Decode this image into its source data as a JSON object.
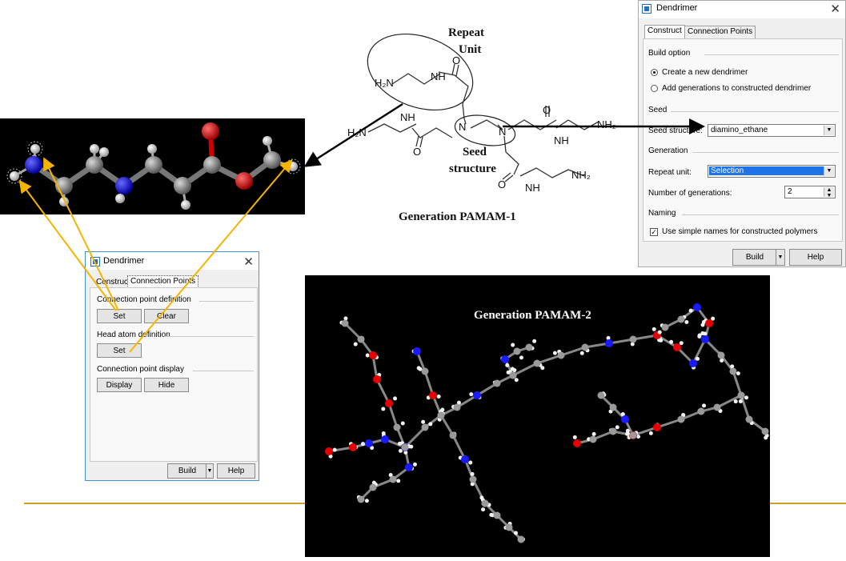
{
  "figure": {
    "caption_gen1": "Generation PAMAM-1",
    "caption_gen2": "Generation PAMAM-2",
    "repeat_unit_label_line1": "Repeat",
    "repeat_unit_label_line2": "Unit",
    "seed_label_line1": "Seed",
    "seed_label_line2": "structure",
    "struct_texts": {
      "h2n_top": "H₂N",
      "nh_top": "NH",
      "o_top": "O",
      "n_center1": "N",
      "n_center2": "N",
      "h2n_left": "H₂N",
      "nh_left": "NH",
      "o_left": "O",
      "o_right": "O",
      "nh_right": "NH",
      "nh2_right": "NH₂",
      "o_bottom": "O",
      "nh_bottom": "NH",
      "nh2_bottom": "NH₂"
    },
    "colors": {
      "arrow_yellow": "#f5b400",
      "divider_gold": "#c9a227",
      "atom_n": "#1010e0",
      "atom_o": "#e00000",
      "atom_c": "#808080"
    }
  },
  "dialog_main": {
    "title": "Dendrimer",
    "close_icon": "✕",
    "tabs": [
      "Construct",
      "Connection Points"
    ],
    "build_option_section": "Build option",
    "radio_new": "Create a new dendrimer",
    "radio_add": "Add generations to constructed dendrimer",
    "seed_section": "Seed",
    "seed_structure_label": "Seed structure:",
    "seed_structure_value": "diamino_ethane",
    "generation_section": "Generation",
    "repeat_unit_label": "Repeat unit:",
    "repeat_unit_value": "Selection",
    "num_generations_label": "Number of generations:",
    "num_generations_value": "2",
    "naming_section": "Naming",
    "simple_names_label": "Use simple names for constructed polymers",
    "simple_names_checked": true,
    "build_button": "Build",
    "help_button": "Help"
  },
  "dialog_small": {
    "title": "Dendrimer",
    "close_icon": "✕",
    "tabs": [
      "Construct",
      "Connection Points"
    ],
    "cp_def_section": "Connection point definition",
    "set_button_1": "Set",
    "clear_button": "Clear",
    "head_atom_section": "Head atom definition",
    "set_button_2": "Set",
    "cp_display_section": "Connection point display",
    "display_button": "Display",
    "hide_button": "Hide",
    "build_button": "Build",
    "help_button": "Help"
  }
}
